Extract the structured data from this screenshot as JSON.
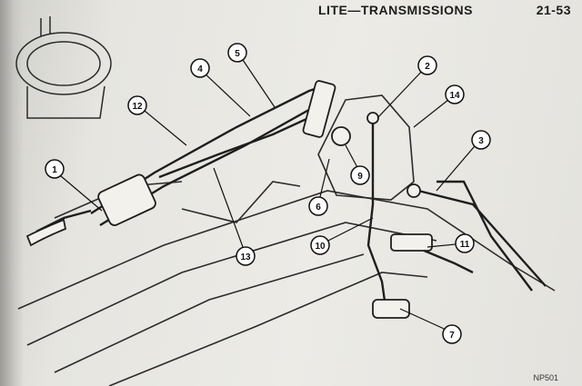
{
  "header": {
    "title": "LITE—TRANSMISSIONS",
    "page_number": "21-53"
  },
  "diagram": {
    "callouts": [
      "1",
      "2",
      "3",
      "4",
      "5",
      "6",
      "7",
      "9",
      "10",
      "11",
      "12",
      "13",
      "14"
    ]
  },
  "footer": {
    "figure_code": "NP501"
  }
}
